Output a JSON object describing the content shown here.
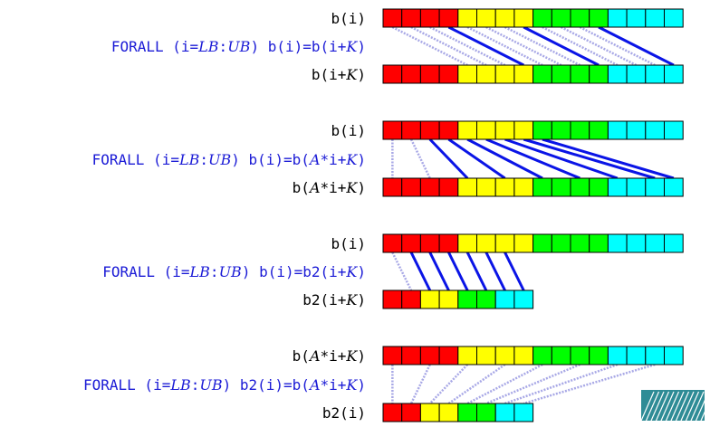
{
  "palette": {
    "red": "#ff0000",
    "yellow": "#ffff00",
    "green": "#00ff00",
    "cyan": "#00ffff",
    "strong_line": "#0a14e6",
    "faint_line": "#a8a8e6",
    "text_black": "#000000",
    "text_blue": "#1b1bd6"
  },
  "logo": {
    "icon": "hatched-logo-icon",
    "color": "#2f8c96"
  },
  "panels": [
    {
      "top_label": [
        "b(i)"
      ],
      "forall": [
        {
          "t": "FORALL (i="
        },
        {
          "t": "LB",
          "em": true
        },
        {
          "t": ":"
        },
        {
          "t": "UB",
          "em": true
        },
        {
          "t": ") b(i)=b(i+"
        },
        {
          "t": "K",
          "em": true
        },
        {
          "t": ")"
        }
      ],
      "bottom_label": [
        {
          "t": "b(i+"
        },
        {
          "t": "K",
          "em": true
        },
        {
          "t": ")"
        }
      ],
      "top_colors": [
        "red",
        "red",
        "red",
        "red",
        "yellow",
        "yellow",
        "yellow",
        "yellow",
        "green",
        "green",
        "green",
        "green",
        "cyan",
        "cyan",
        "cyan",
        "cyan"
      ],
      "bottom_colors": [
        "red",
        "red",
        "red",
        "red",
        "yellow",
        "yellow",
        "yellow",
        "yellow",
        "green",
        "green",
        "green",
        "green",
        "cyan",
        "cyan",
        "cyan",
        "cyan"
      ],
      "mappings": [
        {
          "from": 0,
          "to": 4,
          "strong": false
        },
        {
          "from": 1,
          "to": 5,
          "strong": false
        },
        {
          "from": 2,
          "to": 6,
          "strong": false
        },
        {
          "from": 3,
          "to": 7,
          "strong": true
        },
        {
          "from": 4,
          "to": 8,
          "strong": false
        },
        {
          "from": 5,
          "to": 9,
          "strong": false
        },
        {
          "from": 6,
          "to": 10,
          "strong": false
        },
        {
          "from": 7,
          "to": 11,
          "strong": true
        },
        {
          "from": 8,
          "to": 12,
          "strong": false
        },
        {
          "from": 9,
          "to": 13,
          "strong": false
        },
        {
          "from": 10,
          "to": 14,
          "strong": false
        },
        {
          "from": 11,
          "to": 15,
          "strong": true
        }
      ]
    },
    {
      "top_label": [
        "b(i)"
      ],
      "forall": [
        {
          "t": "FORALL (i="
        },
        {
          "t": "LB",
          "em": true
        },
        {
          "t": ":"
        },
        {
          "t": "UB",
          "em": true
        },
        {
          "t": ") b(i)=b("
        },
        {
          "t": "A",
          "em": true
        },
        {
          "t": "*i+"
        },
        {
          "t": "K",
          "em": true
        },
        {
          "t": ")"
        }
      ],
      "bottom_label": [
        {
          "t": "b("
        },
        {
          "t": "A",
          "em": true
        },
        {
          "t": "*i+"
        },
        {
          "t": "K",
          "em": true
        },
        {
          "t": ")"
        }
      ],
      "top_colors": [
        "red",
        "red",
        "red",
        "red",
        "yellow",
        "yellow",
        "yellow",
        "yellow",
        "green",
        "green",
        "green",
        "green",
        "cyan",
        "cyan",
        "cyan",
        "cyan"
      ],
      "bottom_colors": [
        "red",
        "red",
        "red",
        "red",
        "yellow",
        "yellow",
        "yellow",
        "yellow",
        "green",
        "green",
        "green",
        "green",
        "cyan",
        "cyan",
        "cyan",
        "cyan"
      ],
      "mappings": [
        {
          "from": 0,
          "to": 0,
          "strong": false
        },
        {
          "from": 1,
          "to": 2,
          "strong": false
        },
        {
          "from": 2,
          "to": 4,
          "strong": true
        },
        {
          "from": 3,
          "to": 6,
          "strong": true
        },
        {
          "from": 4,
          "to": 8,
          "strong": true
        },
        {
          "from": 5,
          "to": 10,
          "strong": true
        },
        {
          "from": 6,
          "to": 12,
          "strong": true
        },
        {
          "from": 7,
          "to": 14,
          "strong": true
        },
        {
          "from": 8,
          "to": 15,
          "strong": true
        }
      ]
    },
    {
      "top_label": [
        "b(i)"
      ],
      "forall": [
        {
          "t": "FORALL (i="
        },
        {
          "t": "LB",
          "em": true
        },
        {
          "t": ":"
        },
        {
          "t": "UB",
          "em": true
        },
        {
          "t": ") b(i)=b2(i+"
        },
        {
          "t": "K",
          "em": true
        },
        {
          "t": ")"
        }
      ],
      "bottom_label": [
        {
          "t": "b2(i+"
        },
        {
          "t": "K",
          "em": true
        },
        {
          "t": ")"
        }
      ],
      "top_colors": [
        "red",
        "red",
        "red",
        "red",
        "yellow",
        "yellow",
        "yellow",
        "yellow",
        "green",
        "green",
        "green",
        "green",
        "cyan",
        "cyan",
        "cyan",
        "cyan"
      ],
      "bottom_colors": [
        "red",
        "red",
        "yellow",
        "yellow",
        "green",
        "green",
        "cyan",
        "cyan"
      ],
      "mappings": [
        {
          "from": 0,
          "to": 1,
          "strong": false
        },
        {
          "from": 1,
          "to": 2,
          "strong": true
        },
        {
          "from": 2,
          "to": 3,
          "strong": true
        },
        {
          "from": 3,
          "to": 4,
          "strong": true
        },
        {
          "from": 4,
          "to": 5,
          "strong": true
        },
        {
          "from": 5,
          "to": 6,
          "strong": true
        },
        {
          "from": 6,
          "to": 7,
          "strong": true
        }
      ]
    },
    {
      "top_label": [
        {
          "t": "b("
        },
        {
          "t": "A",
          "em": true
        },
        {
          "t": "*i+"
        },
        {
          "t": "K",
          "em": true
        },
        {
          "t": ")"
        }
      ],
      "forall": [
        {
          "t": "FORALL (i="
        },
        {
          "t": "LB",
          "em": true
        },
        {
          "t": ":"
        },
        {
          "t": "UB",
          "em": true
        },
        {
          "t": ") b2(i)=b("
        },
        {
          "t": "A",
          "em": true
        },
        {
          "t": "*i+"
        },
        {
          "t": "K",
          "em": true
        },
        {
          "t": ")"
        }
      ],
      "bottom_label": [
        "b2(i)"
      ],
      "top_colors": [
        "red",
        "red",
        "red",
        "red",
        "yellow",
        "yellow",
        "yellow",
        "yellow",
        "green",
        "green",
        "green",
        "green",
        "cyan",
        "cyan",
        "cyan",
        "cyan"
      ],
      "bottom_colors": [
        "red",
        "red",
        "yellow",
        "yellow",
        "green",
        "green",
        "cyan",
        "cyan"
      ],
      "mappings": [
        {
          "from": 0,
          "to": 0,
          "strong": false
        },
        {
          "from": 2,
          "to": 1,
          "strong": false
        },
        {
          "from": 4,
          "to": 2,
          "strong": false
        },
        {
          "from": 6,
          "to": 3,
          "strong": false
        },
        {
          "from": 8,
          "to": 4,
          "strong": false
        },
        {
          "from": 10,
          "to": 5,
          "strong": false
        },
        {
          "from": 12,
          "to": 6,
          "strong": false
        },
        {
          "from": 14,
          "to": 7,
          "strong": false
        }
      ]
    }
  ]
}
